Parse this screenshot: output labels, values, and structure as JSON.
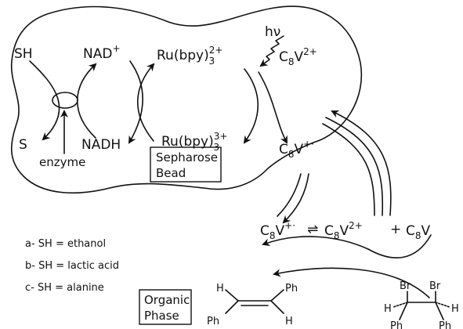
{
  "cycle": {
    "sh": "SH",
    "s": "S",
    "nad_plus": {
      "base": "NAD",
      "sup": "+"
    },
    "nadh": "NADH",
    "enzyme": "enzyme",
    "ru_2": {
      "base": "Ru(bpy)",
      "sub": "3",
      "sup": "2+"
    },
    "ru_3": {
      "base": "Ru(bpy)",
      "sub": "3",
      "sup": "3+"
    },
    "hv": "hν",
    "c8v_2_top": {
      "base": "C",
      "sub": "8",
      "mid": "V",
      "sup": "2+"
    },
    "c8v_rad_top": {
      "base": "C",
      "sub": "8",
      "mid": "V",
      "sup": "+·"
    }
  },
  "bead_box": {
    "line1": "Sepharose",
    "line2": "Bead"
  },
  "equilibrium": {
    "left": {
      "base": "C",
      "sub": "8",
      "mid": "V",
      "sup": "+·"
    },
    "arrow": "⇌",
    "right1": {
      "base": "C",
      "sub": "8",
      "mid": "V",
      "sup": "2+"
    },
    "plus": "+",
    "right2": {
      "base": "C",
      "sub": "8",
      "mid": "V"
    }
  },
  "legend": [
    "a- SH = ethanol",
    "b- SH = lactic acid",
    "c- SH = alanine"
  ],
  "organic_box": {
    "line1": "Organic",
    "line2": "Phase"
  },
  "stilbene": {
    "h1": "H",
    "ph1": "Ph",
    "ph2": "Ph",
    "h2": "H"
  },
  "dibromide": {
    "br1": "Br",
    "br2": "Br",
    "h1": "H",
    "h2": "H",
    "ph1": "Ph",
    "ph2": "Ph"
  }
}
